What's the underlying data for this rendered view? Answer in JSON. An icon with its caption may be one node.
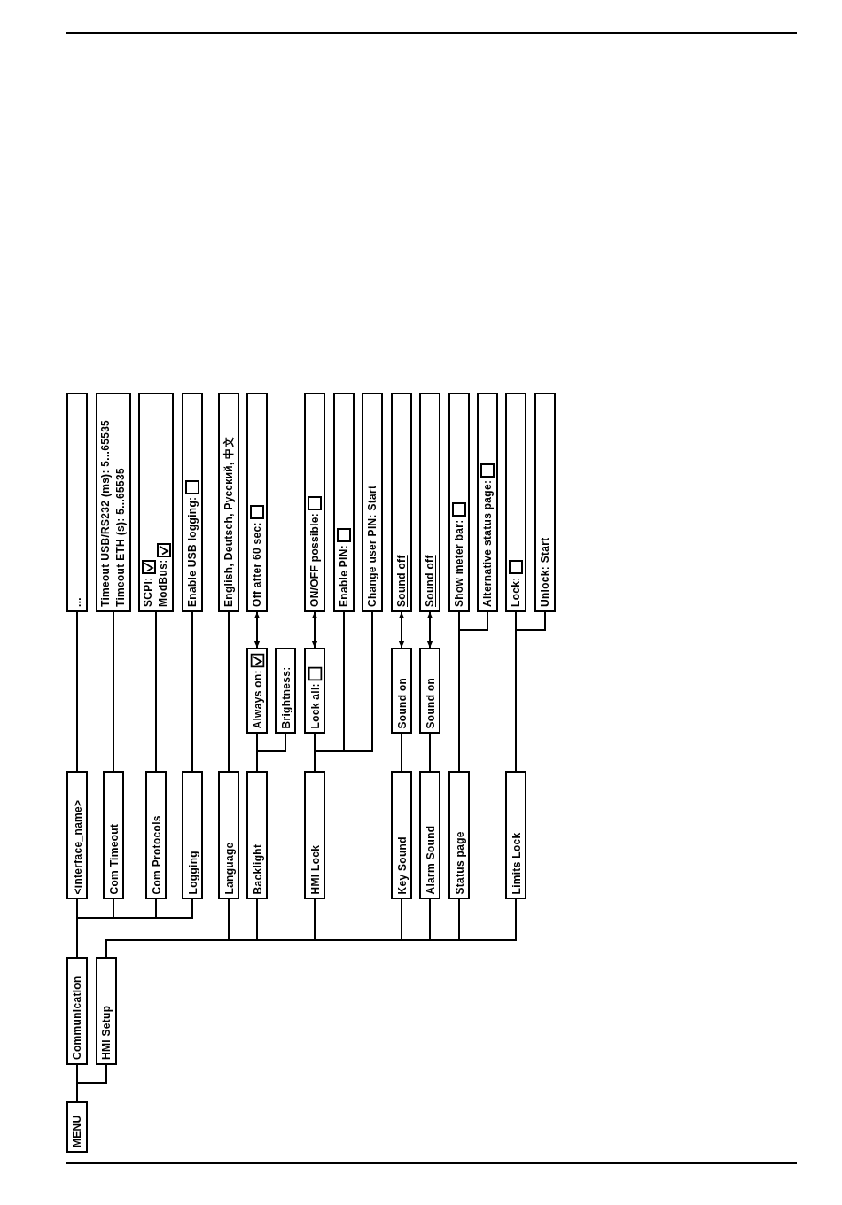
{
  "diagram": {
    "nodes": [
      {
        "text": [
          "MENU"
        ]
      },
      {
        "text": [
          "Communication"
        ]
      },
      {
        "text": [
          "HMI Setup"
        ]
      },
      {
        "text": [
          "<interface_name>"
        ]
      },
      {
        "text": [
          "Com Timeout"
        ]
      },
      {
        "text": [
          "Com Protocols"
        ]
      },
      {
        "text": [
          "Logging"
        ]
      },
      {
        "text": [
          "Language"
        ]
      },
      {
        "text": [
          "Backlight"
        ]
      },
      {
        "text": [
          "HMI Lock"
        ]
      },
      {
        "text": [
          "Key Sound"
        ]
      },
      {
        "text": [
          "Alarm Sound"
        ]
      },
      {
        "text": [
          "Status page"
        ]
      },
      {
        "text": [
          "Limits Lock"
        ]
      },
      {
        "text": [
          "Always on:"
        ]
      },
      {
        "text": [
          "Brightness:"
        ]
      },
      {
        "text": [
          "Lock all:"
        ]
      },
      {
        "text": [
          "Sound on"
        ]
      },
      {
        "text": [
          "Sound on"
        ]
      },
      {
        "text": [
          "..."
        ]
      },
      {
        "text": [
          "Timeout USB/RS232 (ms): 5...65535",
          "Timeout ETH (s): 5...65535"
        ]
      },
      {
        "text": [
          "SCPI:",
          "ModBus:"
        ]
      },
      {
        "text": [
          "Enable USB logging:"
        ]
      },
      {
        "text": [
          "English, Deutsch, Русский, 中文"
        ]
      },
      {
        "text": [
          "Off after 60 sec:"
        ]
      },
      {
        "text": [
          "ON/OFF possible:"
        ]
      },
      {
        "text": [
          "Enable PIN:"
        ]
      },
      {
        "text": [
          "Change user PIN: Start"
        ]
      },
      {
        "text": [
          "Sound off"
        ]
      },
      {
        "text": [
          "Sound off"
        ]
      },
      {
        "text": [
          "Show meter bar:"
        ]
      },
      {
        "text": [
          "Alternative status page:"
        ]
      },
      {
        "text": [
          "Lock:"
        ]
      },
      {
        "text": [
          "Unlock: Start"
        ]
      }
    ],
    "edges": [
      {
        "from": 0,
        "to": 1,
        "arrow": "none"
      },
      {
        "from": 0,
        "to": 2,
        "arrow": "none"
      },
      {
        "from": 1,
        "to": 3,
        "arrow": "none"
      },
      {
        "from": 1,
        "to": 4,
        "arrow": "none"
      },
      {
        "from": 1,
        "to": 5,
        "arrow": "none"
      },
      {
        "from": 1,
        "to": 6,
        "arrow": "none"
      },
      {
        "from": 2,
        "to": 7,
        "arrow": "none"
      },
      {
        "from": 2,
        "to": 8,
        "arrow": "none"
      },
      {
        "from": 2,
        "to": 9,
        "arrow": "none"
      },
      {
        "from": 2,
        "to": 10,
        "arrow": "none"
      },
      {
        "from": 2,
        "to": 11,
        "arrow": "none"
      },
      {
        "from": 2,
        "to": 12,
        "arrow": "none"
      },
      {
        "from": 2,
        "to": 13,
        "arrow": "none"
      },
      {
        "from": 3,
        "to": 19,
        "arrow": "none"
      },
      {
        "from": 4,
        "to": 20,
        "arrow": "none"
      },
      {
        "from": 5,
        "to": 21,
        "arrow": "none"
      },
      {
        "from": 6,
        "to": 22,
        "arrow": "none"
      },
      {
        "from": 7,
        "to": 23,
        "arrow": "none"
      },
      {
        "from": 8,
        "to": 14,
        "arrow": "none"
      },
      {
        "from": 8,
        "to": 15,
        "arrow": "none"
      },
      {
        "from": 9,
        "to": 16,
        "arrow": "none"
      },
      {
        "from": 9,
        "to": 26,
        "arrow": "none"
      },
      {
        "from": 9,
        "to": 27,
        "arrow": "none"
      },
      {
        "from": 10,
        "to": 17,
        "arrow": "none"
      },
      {
        "from": 11,
        "to": 18,
        "arrow": "none"
      },
      {
        "from": 12,
        "to": 30,
        "arrow": "none"
      },
      {
        "from": 12,
        "to": 31,
        "arrow": "none"
      },
      {
        "from": 13,
        "to": 32,
        "arrow": "none"
      },
      {
        "from": 13,
        "to": 33,
        "arrow": "none"
      },
      {
        "from": 14,
        "to": 24,
        "arrow": "both"
      },
      {
        "from": 16,
        "to": 25,
        "arrow": "both"
      },
      {
        "from": 17,
        "to": 28,
        "arrow": "both"
      },
      {
        "from": 18,
        "to": 29,
        "arrow": "both"
      }
    ]
  }
}
